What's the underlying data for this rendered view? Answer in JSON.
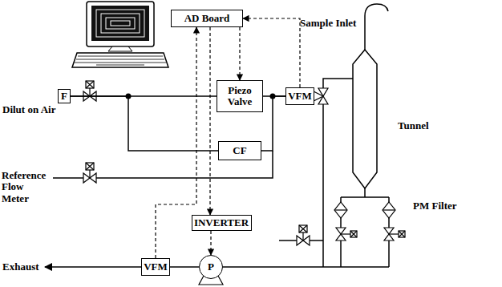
{
  "diagram": {
    "nodes": [
      {
        "text": [
          "AD Board"
        ]
      },
      {
        "text": [
          "F"
        ]
      },
      {
        "text": [
          "Piezo Valve"
        ]
      },
      {
        "text": [
          "CF"
        ]
      },
      {
        "text": [
          "VFM"
        ]
      },
      {
        "text": [
          "INVERTER"
        ]
      },
      {
        "text": [
          "VFM"
        ]
      },
      {
        "text": [
          "P"
        ]
      }
    ],
    "edges": [
      {
        "from": 1,
        "to": 2,
        "arrow": "none"
      },
      {
        "from": 1,
        "to": 3,
        "arrow": "none"
      },
      {
        "from": 2,
        "to": 4,
        "arrow": "none"
      },
      {
        "from": 3,
        "to": 4,
        "arrow": "none"
      },
      {
        "from": 0,
        "to": 2,
        "arrow": "to"
      },
      {
        "from": 4,
        "to": 0,
        "arrow": "to"
      },
      {
        "from": 0,
        "to": 5,
        "arrow": "to"
      },
      {
        "from": 6,
        "to": 0,
        "arrow": "to"
      },
      {
        "from": 5,
        "to": 7,
        "arrow": "to"
      },
      {
        "from": 7,
        "to": 6,
        "arrow": "none"
      }
    ],
    "labels": [
      "Sample Inlet",
      "Tunnel",
      "PM Filter",
      "Dilut on Air",
      "Reference Flow Meter",
      "Exhaust"
    ]
  }
}
